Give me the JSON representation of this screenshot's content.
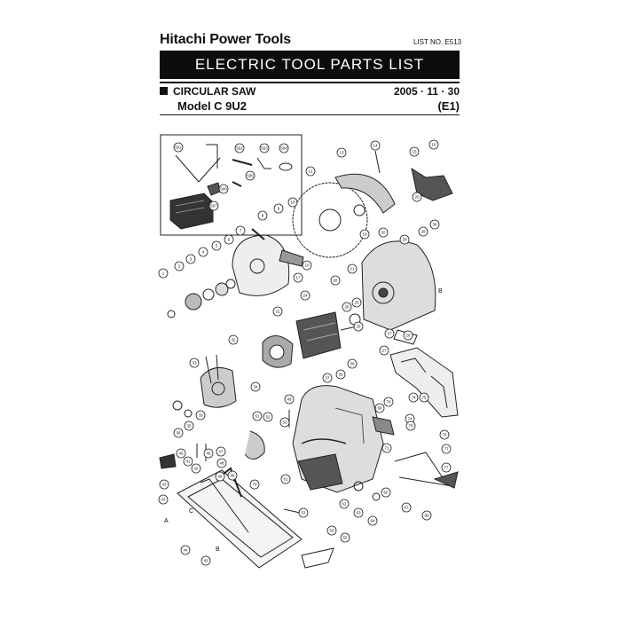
{
  "header": {
    "brand": "Hitachi Power Tools",
    "list_no": "LIST NO. E513",
    "banner": "ELECTRIC TOOL PARTS LIST",
    "product": "CIRCULAR SAW",
    "date": "2005 · 11 · 30",
    "model": "Model C 9U2",
    "code": "(E1)"
  },
  "diagram": {
    "callouts": [
      "1",
      "2",
      "3",
      "4",
      "5",
      "6",
      "7",
      "8",
      "9",
      "10",
      "11",
      "12",
      "13",
      "14",
      "15",
      "16",
      "17",
      "18",
      "19",
      "20",
      "21",
      "22",
      "23",
      "24",
      "25",
      "26",
      "27",
      "28",
      "29",
      "30",
      "31",
      "32",
      "33",
      "34",
      "35",
      "36",
      "37",
      "38",
      "39",
      "40",
      "41",
      "42",
      "43",
      "44",
      "45",
      "46",
      "47",
      "48",
      "49",
      "50",
      "51",
      "52",
      "53",
      "54",
      "55",
      "56",
      "57",
      "58",
      "59",
      "60",
      "61",
      "62",
      "63",
      "64",
      "65",
      "66",
      "67",
      "68",
      "69",
      "70",
      "71",
      "72",
      "73",
      "74",
      "75",
      "76",
      "77",
      "78",
      "79",
      "80",
      "501",
      "502",
      "503",
      "504",
      "505",
      "506",
      "507"
    ],
    "side_letters": [
      "A",
      "B",
      "B",
      "C"
    ]
  }
}
